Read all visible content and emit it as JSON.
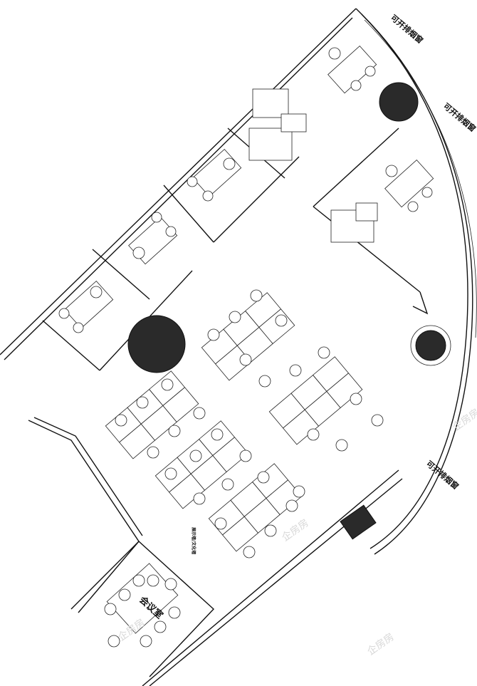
{
  "labels": {
    "window_label_1": "可开排烟窗",
    "window_label_2": "可开排烟窗",
    "window_label_3": "可开排烟窗",
    "meeting_room": "会议室",
    "small_note": "展示墙/文化墙",
    "watermark": "企房房"
  },
  "colors": {
    "line": "#111111",
    "fill_dark": "#2a2a2a",
    "watermark": "#d8d8d8"
  }
}
